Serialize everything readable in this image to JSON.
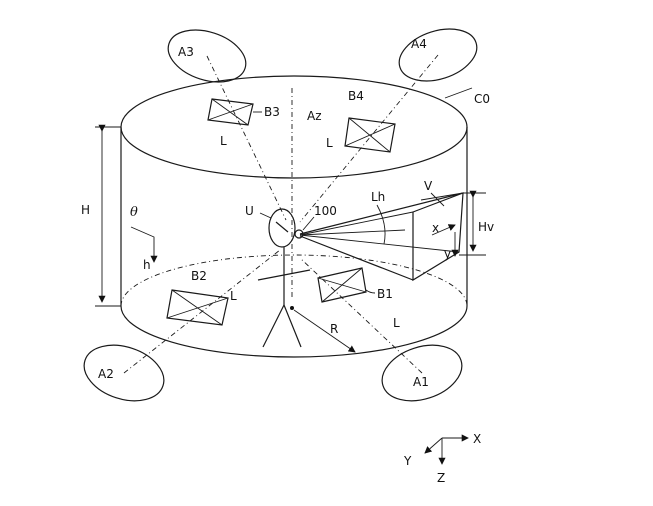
{
  "labels": {
    "a1": "A1",
    "a2": "A2",
    "a3": "A3",
    "a4": "A4",
    "b1": "B1",
    "b2": "B2",
    "b3": "B3",
    "b4": "B4",
    "c0": "C0",
    "az": "Az",
    "h_upper": "H",
    "h_lower": "h",
    "theta": "θ",
    "user": "U",
    "device": "100",
    "lh": "Lh",
    "v": "V",
    "hv": "Hv",
    "x_small": "x",
    "y_small": "y",
    "r": "R",
    "l_b3": "L",
    "l_b4": "L",
    "l_b2": "L",
    "l_b1": "L",
    "axis_x": "X",
    "axis_y": "Y",
    "axis_z": "Z"
  }
}
